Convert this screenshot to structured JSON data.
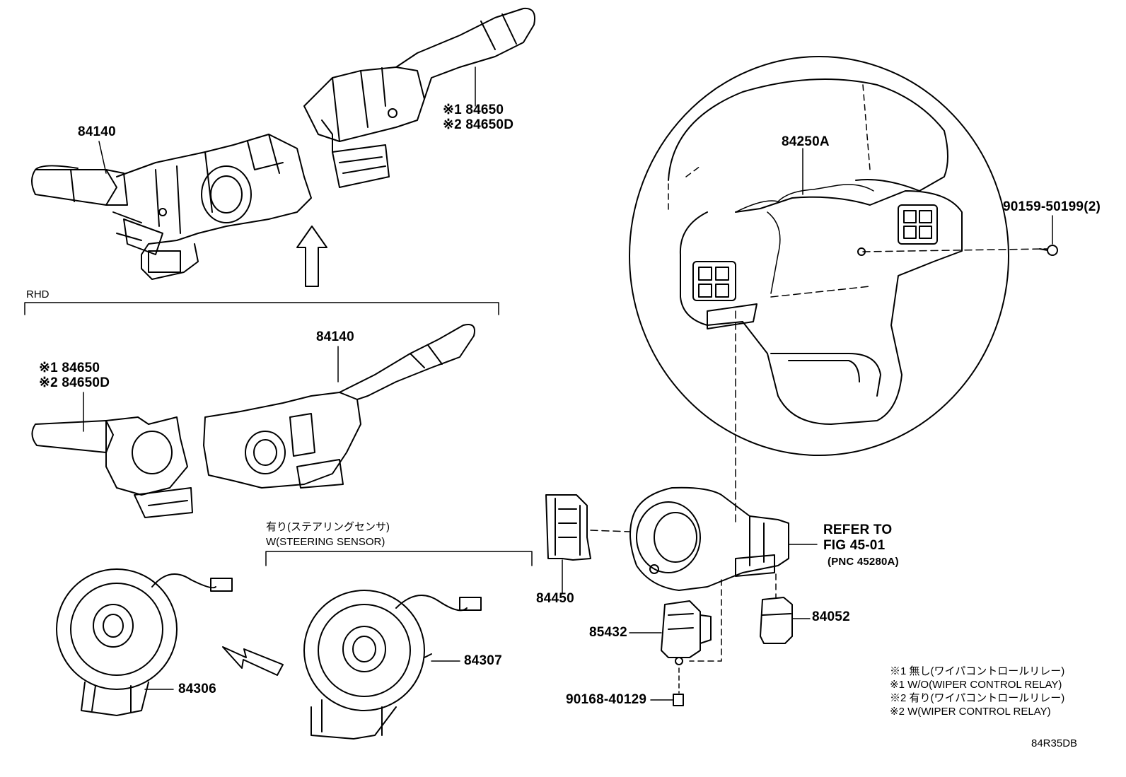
{
  "parts": {
    "p84140_top": "84140",
    "p84650_top_1": "※1 84650",
    "p84650_top_2": "※2 84650D",
    "rhd": "RHD",
    "p84140_mid": "84140",
    "p84650_mid_1": "※1 84650",
    "p84650_mid_2": "※2 84650D",
    "p84250a": "84250A",
    "p90159": "90159-50199(2)",
    "refer_1": "REFER TO",
    "refer_2": "FIG 45-01",
    "refer_3": "(PNC 45280A)",
    "sensor_jp": "有り(ステアリングセンサ)",
    "sensor_en": "W(STEERING SENSOR)",
    "p84450": "84450",
    "p85432": "85432",
    "p84052": "84052",
    "p84307": "84307",
    "p84306": "84306",
    "p90168": "90168-40129"
  },
  "legend": [
    "※1 無し(ワイパコントロールリレー)",
    "※1 W/O(WIPER CONTROL RELAY)",
    "※2 有り(ワイパコントロールリレー)",
    "※2 W(WIPER CONTROL RELAY)"
  ],
  "figure_code": "84R35DB"
}
